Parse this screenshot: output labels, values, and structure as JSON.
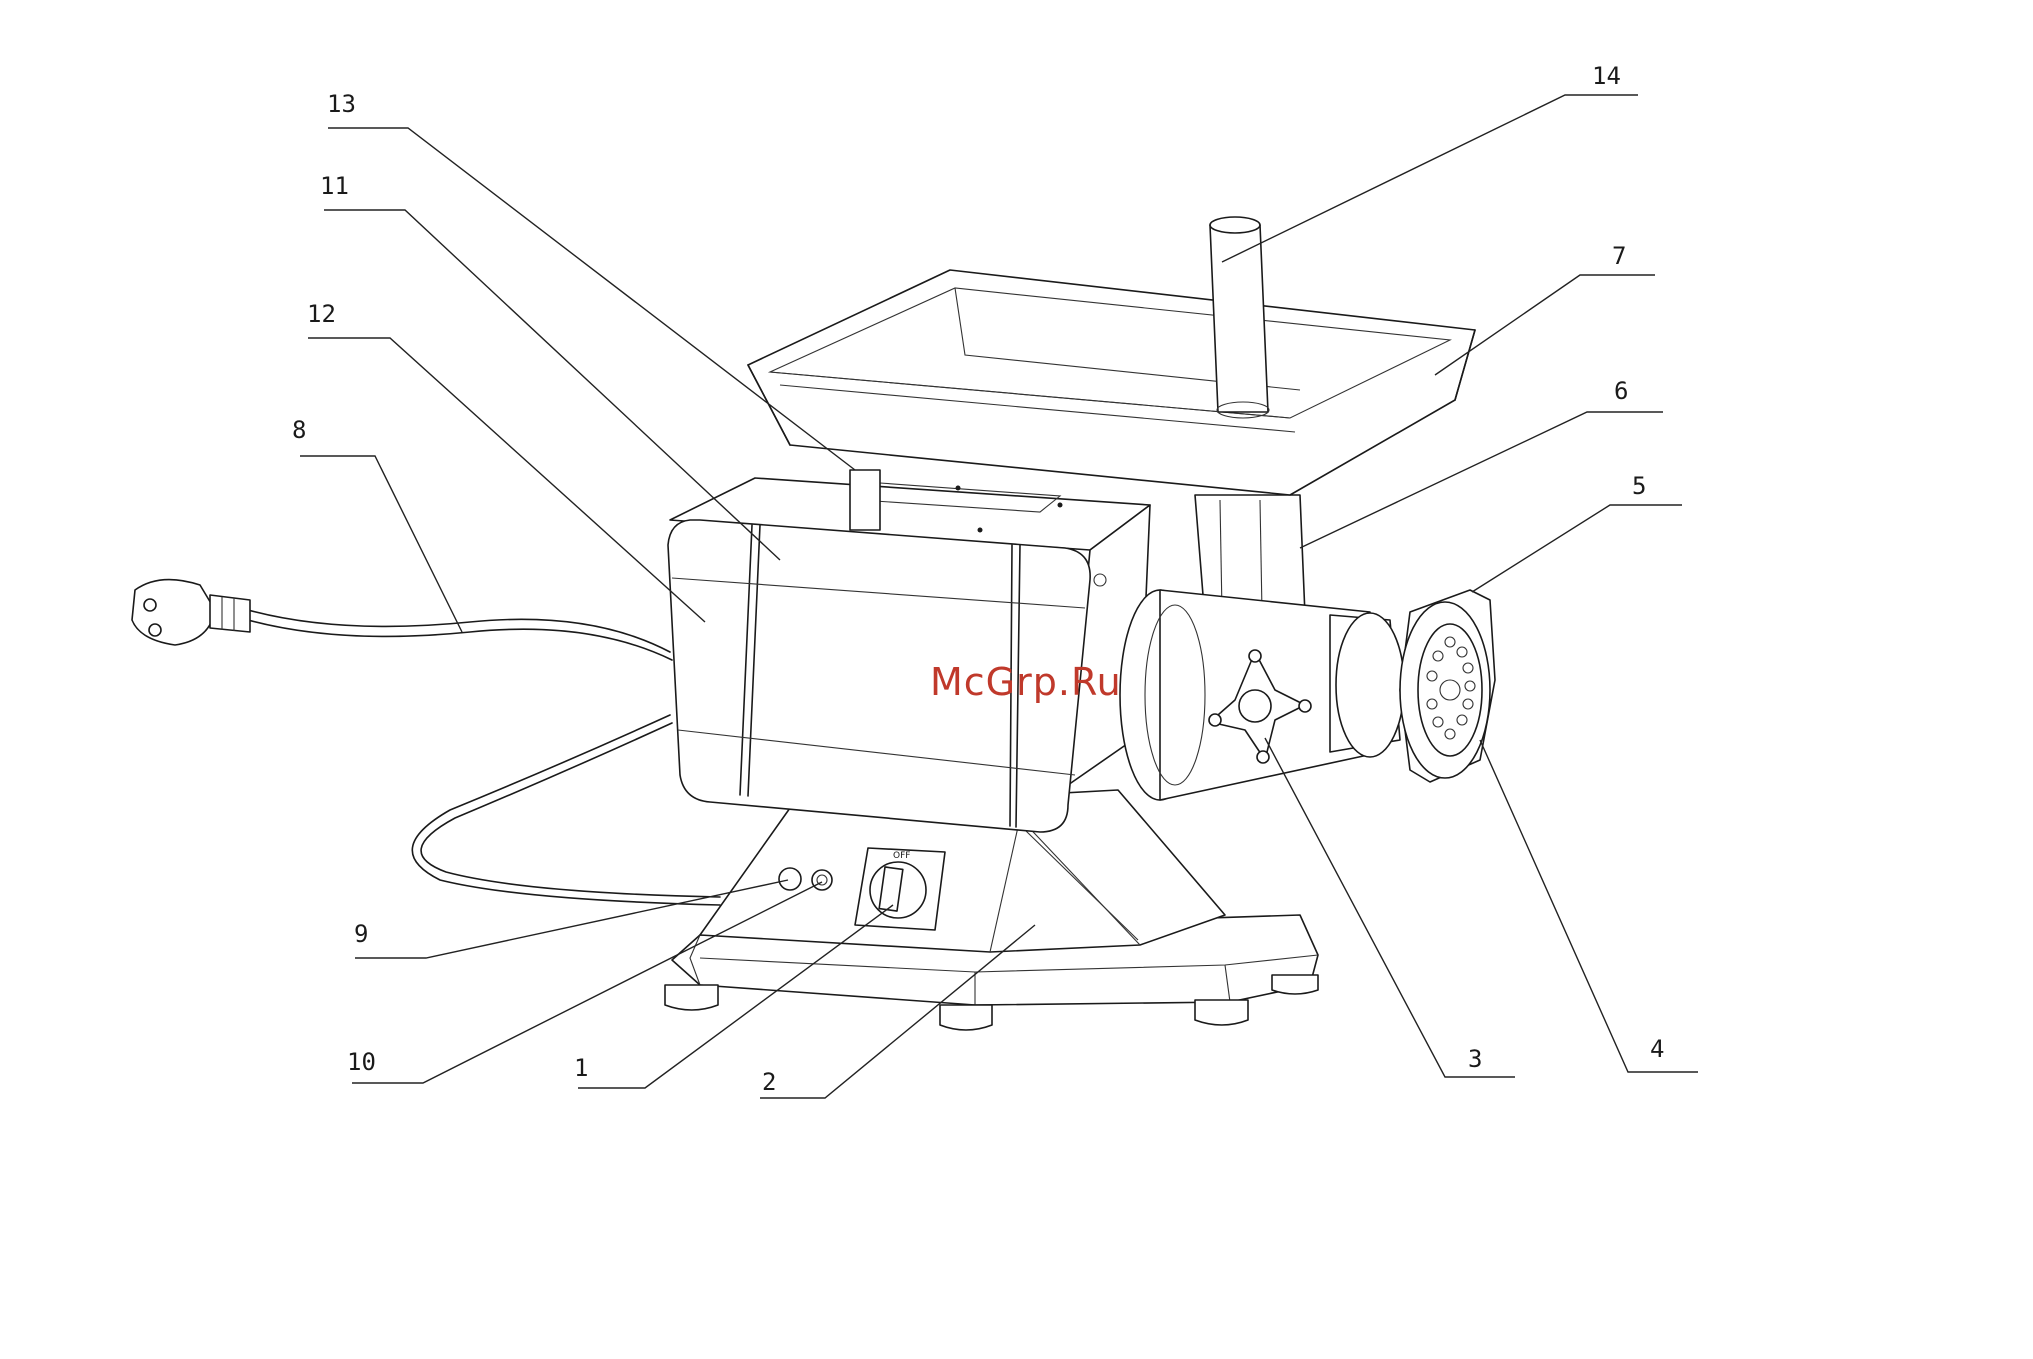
{
  "watermark": "McGrp.Ru",
  "switch_label": "OFF",
  "callouts": [
    {
      "id": "1",
      "label": "1"
    },
    {
      "id": "2",
      "label": "2"
    },
    {
      "id": "3",
      "label": "3"
    },
    {
      "id": "4",
      "label": "4"
    },
    {
      "id": "5",
      "label": "5"
    },
    {
      "id": "6",
      "label": "6"
    },
    {
      "id": "7",
      "label": "7"
    },
    {
      "id": "8",
      "label": "8"
    },
    {
      "id": "9",
      "label": "9"
    },
    {
      "id": "10",
      "label": "10"
    },
    {
      "id": "11",
      "label": "11"
    },
    {
      "id": "12",
      "label": "12"
    },
    {
      "id": "13",
      "label": "13"
    },
    {
      "id": "14",
      "label": "14"
    }
  ],
  "colors": {
    "line": "#1a1a1a",
    "watermark": "#c0392b",
    "background": "#ffffff"
  }
}
